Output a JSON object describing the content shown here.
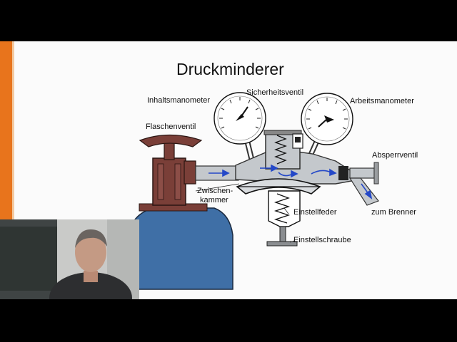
{
  "slide": {
    "title": "Druckminderer",
    "labels": {
      "inhaltsmanometer": "Inhaltsmanometer",
      "sicherheitsventil": "Sicherheitsventil",
      "arbeitsmanometer": "Arbeitsmanometer",
      "flaschenventil": "Flaschenventil",
      "absperrventil": "Absperrventil",
      "zwischen": "Zwischen-",
      "kammer": "kammer",
      "einstellfeder": "Einstellfeder",
      "zum_brenner": "zum Brenner",
      "einstellschraube": "Einstellschraube"
    }
  },
  "colors": {
    "accent_orange": "#e8741c",
    "cylinder_blue": "#3f6fa6",
    "valve_brown": "#7a3f38",
    "regulator_gray": "#c4c8cc",
    "flow_arrow": "#2448c8"
  }
}
